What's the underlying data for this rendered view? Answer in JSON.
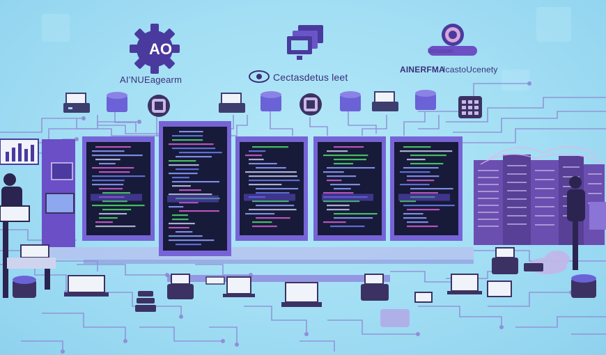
{
  "gear_badge": "AO",
  "labels": {
    "left": "AI’NUEagearm",
    "center": "Cectasdetus leet",
    "right_strong": "AINERFMA",
    "right_rest": "IcastoUcenety"
  },
  "mini_badge": "Isnsasan",
  "colors": {
    "background": "#9fdcf3",
    "primary_purple": "#4a3a9e",
    "screen_dark": "#171a38",
    "code_accent_pink": "#d35fd5",
    "code_accent_green": "#4dd96b",
    "circuit_line": "#8f8fd6"
  },
  "icons": [
    "gear-icon",
    "monitor-stack-icon",
    "shield-badge-icon",
    "database-icon",
    "printer-icon",
    "keypad-icon",
    "server-rack-icon",
    "laptop-icon",
    "person-icon",
    "chart-board-icon"
  ]
}
